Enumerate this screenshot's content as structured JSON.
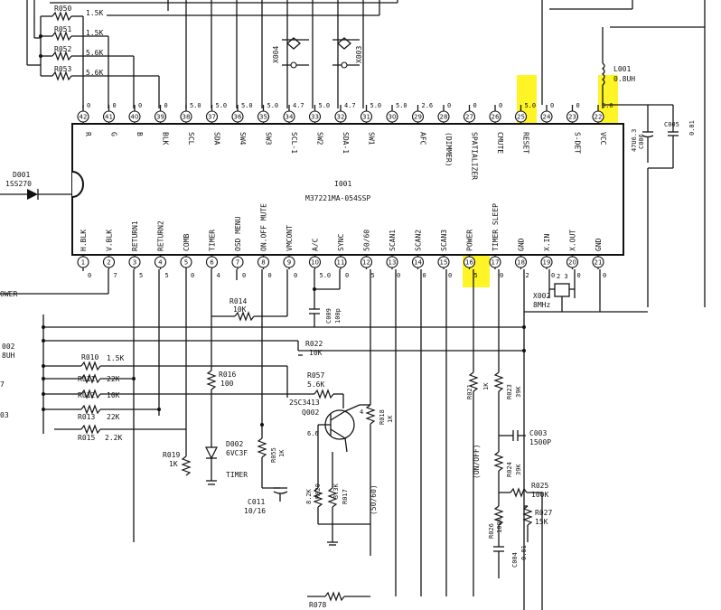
{
  "ic": {
    "ref": "I001",
    "part": "M37221MA-054SSP",
    "top_pins": [
      {
        "num": "42",
        "label": "R",
        "v": "0"
      },
      {
        "num": "41",
        "label": "G",
        "v": "0"
      },
      {
        "num": "40",
        "label": "B",
        "v": "0"
      },
      {
        "num": "39",
        "label": "BLK",
        "v": "0"
      },
      {
        "num": "38",
        "label": "SCL",
        "v": "5.0"
      },
      {
        "num": "37",
        "label": "SDA",
        "v": "5.0"
      },
      {
        "num": "36",
        "label": "SW4",
        "v": "5.0"
      },
      {
        "num": "35",
        "label": "SW3",
        "v": "5.0"
      },
      {
        "num": "34",
        "label": "SCL-1",
        "v": "4.7"
      },
      {
        "num": "33",
        "label": "SW2",
        "v": "5.0"
      },
      {
        "num": "32",
        "label": "SDA-1",
        "v": "4.7"
      },
      {
        "num": "31",
        "label": "SW1",
        "v": "5.0"
      },
      {
        "num": "30",
        "label": "",
        "v": "5.0"
      },
      {
        "num": "29",
        "label": "AFC",
        "v": "2.6"
      },
      {
        "num": "28",
        "label": "(DIMMER)",
        "v": "0"
      },
      {
        "num": "27",
        "label": "SPATIALIZER",
        "v": "0"
      },
      {
        "num": "26",
        "label": "CMUTE",
        "v": "0"
      },
      {
        "num": "25",
        "label": "RESET",
        "v": "5.0"
      },
      {
        "num": "24",
        "label": "",
        "v": "0"
      },
      {
        "num": "23",
        "label": "S-DET",
        "v": "0"
      },
      {
        "num": "22",
        "label": "VCC",
        "v": "5.0"
      }
    ],
    "bottom_pins": [
      {
        "num": "1",
        "label": "H.BLK",
        "v": "0"
      },
      {
        "num": "2",
        "label": "V.BLK",
        "v": "7"
      },
      {
        "num": "3",
        "label": "RETURN1",
        "v": "5"
      },
      {
        "num": "4",
        "label": "RETURN2",
        "v": "5"
      },
      {
        "num": "5",
        "label": "COMB",
        "v": "0"
      },
      {
        "num": "6",
        "label": "TIMER",
        "v": "4"
      },
      {
        "num": "7",
        "label": "OSD MENU",
        "v": "0"
      },
      {
        "num": "8",
        "label": "ON.OFF MUTE",
        "v": "0"
      },
      {
        "num": "9",
        "label": "VMCONT",
        "v": "0"
      },
      {
        "num": "10",
        "label": "A/C",
        "v": "5.0"
      },
      {
        "num": "11",
        "label": "SYNC",
        "v": "0"
      },
      {
        "num": "12",
        "label": "50/60",
        "v": "5"
      },
      {
        "num": "13",
        "label": "SCAN1",
        "v": "0"
      },
      {
        "num": "14",
        "label": "SCAN2",
        "v": "0"
      },
      {
        "num": "15",
        "label": "SCAN3",
        "v": "0"
      },
      {
        "num": "16",
        "label": "POWER",
        "v": "5"
      },
      {
        "num": "17",
        "label": "TIMER SLEEP",
        "v": "0"
      },
      {
        "num": "18",
        "label": "GND",
        "v": "2"
      },
      {
        "num": "19",
        "label": "X.IN",
        "v": "0"
      },
      {
        "num": "20",
        "label": "X.OUT",
        "v": "0"
      },
      {
        "num": "21",
        "label": "GND",
        "v": "0"
      }
    ]
  },
  "top_resistors": [
    {
      "ref": "R050",
      "val": "1.5K"
    },
    {
      "ref": "R051",
      "val": "1.5K"
    },
    {
      "ref": "R052",
      "val": "5.6K"
    },
    {
      "ref": "R053",
      "val": "5.6K"
    }
  ],
  "components": {
    "x004": "X004",
    "x003": "X003",
    "l001_ref": "L001",
    "l001_val": "0.8UH",
    "c006": "C006",
    "c006_val": "47U6.3",
    "c005": "C005",
    "c005_val": "0.01",
    "d001_ref": "D001",
    "d001_part": "1SS270",
    "r014_ref": "R014",
    "r014_val": "10K",
    "c009_ref": "C009",
    "c009_val": "100p",
    "r022_ref": "R022",
    "r022_val": "10K",
    "r057_ref": "R057",
    "r057_val": "5.6K",
    "q002_part": "2SC3413",
    "q002_ref": "Q002",
    "r016_ref": "R016",
    "r016_val": "100",
    "r010_ref": "R010",
    "r010_val": "1.5K",
    "r011_ref": "R011",
    "r011_val": "22K",
    "r012_ref": "R012",
    "r012_val": "10K",
    "r013_ref": "R013",
    "r013_val": "22K",
    "r015_ref": "R015",
    "r015_val": "2.2K",
    "r019_ref": "R019",
    "r019_val": "1K",
    "d002_ref": "D002",
    "d002_part": "6VC3F",
    "timer_led": "TIMER",
    "r055_ref": "R055",
    "r055_val": "1K",
    "c011_ref": "C011",
    "c011_val": "10/16",
    "r020_ref": "R020",
    "r020_val": "8.2K",
    "r017_ref": "R017",
    "r017_val": "3.3K",
    "r018_ref": "R018",
    "r018_val": "1K",
    "r021_ref": "R021",
    "r021_val": "1K",
    "r023_ref": "R023",
    "r023_val": "39K",
    "c003_ref": "C003",
    "c003_val": "1500P",
    "r024_ref": "R024",
    "r024_val": "39K",
    "r025_ref": "R025",
    "r025_val": "100K",
    "r026_ref": "R026",
    "r026_val": "100K",
    "r027_ref": "R027",
    "r027_val": "15K",
    "c004_ref": "C004",
    "c004_val": "0.01",
    "x002_ref": "X002",
    "x002_val": "8MHz",
    "r078_ref": "R078",
    "on_off": "(ON/OFF)",
    "s5060": "(50/60)",
    "q_pin4": "4",
    "q_pin6": "6.6",
    "left_002": "002",
    "left_8uh": "8UH",
    "left_03": "03",
    "left_ower": "OWER",
    "left_7": "7",
    "x002_pins": "2 3"
  },
  "highlight_color": "#fff200"
}
